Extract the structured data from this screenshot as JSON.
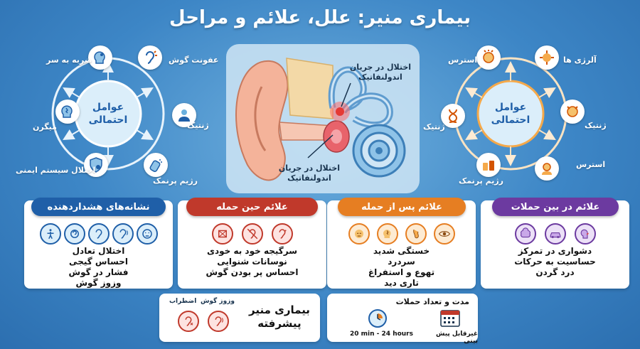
{
  "title": "بیماری منیر: علل، علائم و مراحل",
  "left_cycle": {
    "center": "عوامل احتمالی",
    "nodes": [
      {
        "label": "عفونت گوش",
        "icon": "ear-infection-icon"
      },
      {
        "label": "ژنتیک",
        "icon": "gene-person-icon"
      },
      {
        "label": "رژیم پرنمک",
        "icon": "salt-shaker-icon"
      },
      {
        "label": "اختلال سیستم ایمنی",
        "icon": "immune-shield-icon"
      },
      {
        "label": "میگرن",
        "icon": "migraine-head-icon"
      },
      {
        "label": "ضربه به سر",
        "icon": "head-injury-icon"
      }
    ]
  },
  "right_cycle": {
    "center": "عوامل احتمالی",
    "nodes": [
      {
        "label": "آلرژی ها",
        "icon": "allergy-icon"
      },
      {
        "label": "ژنتیک",
        "icon": "stress-head-icon"
      },
      {
        "label": "استرس",
        "icon": "stress-person-icon"
      },
      {
        "label": "رژیم پرنمک",
        "icon": "salt-food-icon"
      },
      {
        "label": "ژنتیک",
        "icon": "dna-icon"
      },
      {
        "label": "استرس",
        "icon": "stressed-head-icon"
      }
    ]
  },
  "ear": {
    "label_top": "اختلال در جریان اندولنفاتیک",
    "label_bottom": "اختلال در جریان اندولنفاتیک"
  },
  "panels": [
    {
      "id": "warning",
      "title": "نشانه‌های هشداردهنده",
      "color": "#1f5fa8",
      "icons": [
        "balance-icon",
        "dizzy-icon",
        "ear-pressure-icon",
        "tinnitus-icon",
        "face-icon"
      ],
      "lines": [
        "اختلال تعادل",
        "احساس گیجی",
        "فشار در گوش",
        "وزوز گوش"
      ]
    },
    {
      "id": "during",
      "title": "علائم حین حمله",
      "color": "#c0392b",
      "icons": [
        "vertigo-icon",
        "hearing-loss-icon",
        "ear-full-icon"
      ],
      "lines": [
        "سرگیجه خود به خودی",
        "نوسانات شنوایی",
        "احساس پر بودن گوش"
      ]
    },
    {
      "id": "after",
      "title": "علائم پس از حمله",
      "color": "#e67e22",
      "icons": [
        "tired-icon",
        "headache-icon",
        "nausea-icon",
        "eye-icon"
      ],
      "lines": [
        "خستگی شدید",
        "سردرد",
        "تهوع و استفراغ",
        "تاری دید"
      ]
    },
    {
      "id": "between",
      "title": "علائم در بین حملات",
      "color": "#6c3aa0",
      "icons": [
        "brain-icon",
        "car-icon",
        "neck-icon"
      ],
      "lines": [
        "دشواری در تمرکز",
        "حساسیت به حرکات",
        "درد گردن"
      ]
    }
  ],
  "advanced": {
    "title": "بیماری منیر پیشرفته",
    "icon_labels": [
      "اضطراب",
      "وزوز گوش"
    ]
  },
  "duration": {
    "title": "مدت و تعداد حملات",
    "time_label": "20 min - 24 hours",
    "calendar_label": "غیرقابل پیش بینی"
  }
}
